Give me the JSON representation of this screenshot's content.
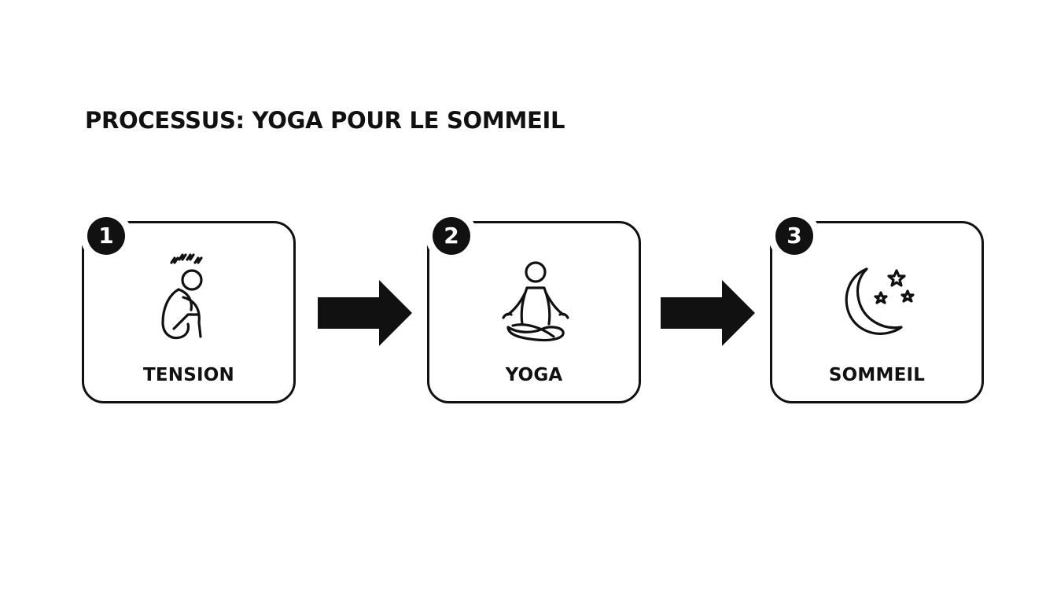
{
  "title": "PROCESSUS: YOGA POUR LE SOMMEIL",
  "colors": {
    "ink": "#111111",
    "background": "#ffffff"
  },
  "steps": [
    {
      "number": "1",
      "label": "TENSION",
      "icon": "tense-person-icon"
    },
    {
      "number": "2",
      "label": "YOGA",
      "icon": "meditation-icon"
    },
    {
      "number": "3",
      "label": "SOMMEIL",
      "icon": "moon-stars-icon"
    }
  ],
  "connectors": [
    "arrow-right-icon",
    "arrow-right-icon"
  ]
}
